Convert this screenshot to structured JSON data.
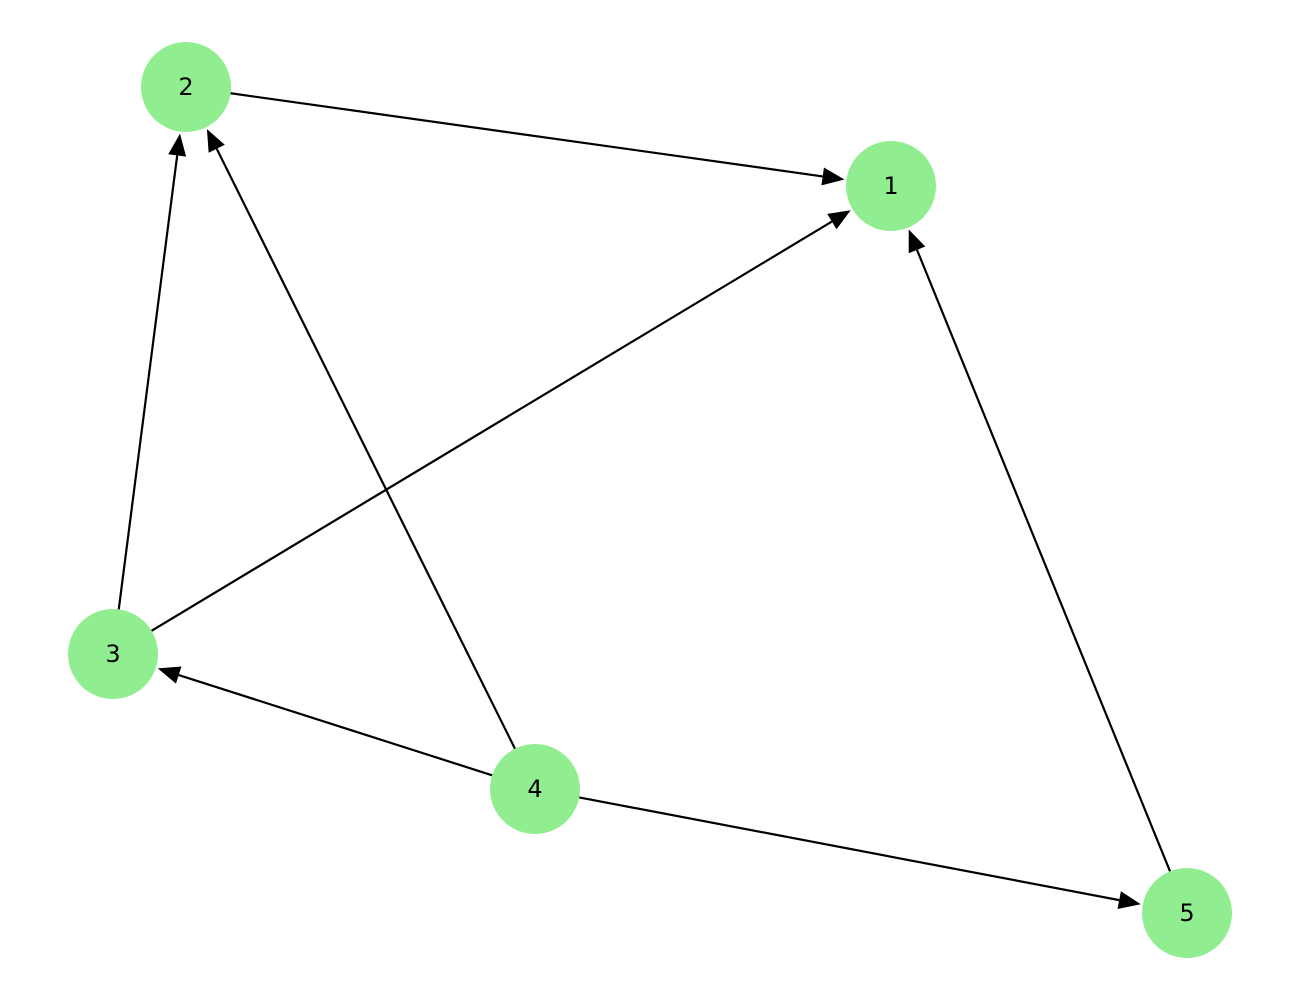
{
  "graph": {
    "directed": true,
    "node_color": "#90ee90",
    "edge_color": "#000000",
    "nodes": [
      {
        "id": "1",
        "label": "1"
      },
      {
        "id": "2",
        "label": "2"
      },
      {
        "id": "3",
        "label": "3"
      },
      {
        "id": "4",
        "label": "4"
      },
      {
        "id": "5",
        "label": "5"
      }
    ],
    "edges": [
      {
        "source": "2",
        "target": "1"
      },
      {
        "source": "3",
        "target": "2"
      },
      {
        "source": "3",
        "target": "1"
      },
      {
        "source": "4",
        "target": "3"
      },
      {
        "source": "4",
        "target": "2"
      },
      {
        "source": "4",
        "target": "5"
      },
      {
        "source": "5",
        "target": "1"
      }
    ]
  }
}
